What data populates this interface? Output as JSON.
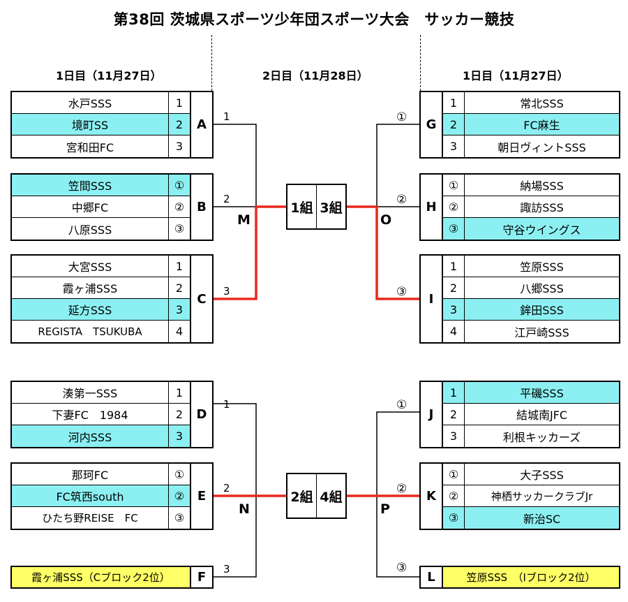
{
  "title": "第38回 茨城県スポーツ少年団スポーツ大会　サッカー競技",
  "day1_left": "1日目（11月27日）",
  "day2": "2日目（11月28日）",
  "day1_right": "1日目（11月27日）",
  "groups": {
    "A": {
      "letter": "A",
      "teams": [
        {
          "name": "水戸SSS",
          "rank": "1"
        },
        {
          "name": "境町SS",
          "rank": "2"
        },
        {
          "name": "宮和田FC",
          "rank": "3"
        }
      ]
    },
    "B": {
      "letter": "B",
      "teams": [
        {
          "name": "笠間SSS",
          "rank": "①"
        },
        {
          "name": "中郷FC",
          "rank": "②"
        },
        {
          "name": "八原SSS",
          "rank": "③"
        }
      ]
    },
    "C": {
      "letter": "C",
      "teams": [
        {
          "name": "大宮SSS",
          "rank": "1"
        },
        {
          "name": "霞ヶ浦SSS",
          "rank": "2"
        },
        {
          "name": "延方SSS",
          "rank": "3"
        },
        {
          "name": "REGISTA　TSUKUBA",
          "rank": "4"
        }
      ]
    },
    "D": {
      "letter": "D",
      "teams": [
        {
          "name": "湊第一SSS",
          "rank": "1"
        },
        {
          "name": "下妻FC　1984",
          "rank": "2"
        },
        {
          "name": "河内SSS",
          "rank": "3"
        }
      ]
    },
    "E": {
      "letter": "E",
      "teams": [
        {
          "name": "那珂FC",
          "rank": "①"
        },
        {
          "name": "FC筑西south",
          "rank": "②"
        },
        {
          "name": "ひたち野REISE　FC",
          "rank": "③"
        }
      ]
    },
    "F": {
      "letter": "F",
      "teams": [
        {
          "name": "霞ヶ浦SSS（Cブロック2位）",
          "rank": ""
        }
      ]
    },
    "G": {
      "letter": "G",
      "teams": [
        {
          "name": "常北SSS",
          "rank": "1"
        },
        {
          "name": "FC麻生",
          "rank": "2"
        },
        {
          "name": "朝日ヴィントSSS",
          "rank": "3"
        }
      ]
    },
    "H": {
      "letter": "H",
      "teams": [
        {
          "name": "納場SSS",
          "rank": "①"
        },
        {
          "name": "諏訪SSS",
          "rank": "②"
        },
        {
          "name": "守谷ウイングス",
          "rank": "③"
        }
      ]
    },
    "I": {
      "letter": "I",
      "teams": [
        {
          "name": "笠原SSS",
          "rank": "1"
        },
        {
          "name": "八郷SSS",
          "rank": "2"
        },
        {
          "name": "鉾田SSS",
          "rank": "3"
        },
        {
          "name": "江戸崎SSS",
          "rank": "4"
        }
      ]
    },
    "J": {
      "letter": "J",
      "teams": [
        {
          "name": "平磯SSS",
          "rank": "1"
        },
        {
          "name": "結城南JFC",
          "rank": "2"
        },
        {
          "name": "利根キッカーズ",
          "rank": "3"
        }
      ]
    },
    "K": {
      "letter": "K",
      "teams": [
        {
          "name": "大子SSS",
          "rank": "①"
        },
        {
          "name": "神栖サッカークラブJr",
          "rank": "②"
        },
        {
          "name": "新治SC",
          "rank": "③"
        }
      ]
    },
    "L": {
      "letter": "L",
      "teams": [
        {
          "name": "笠原SSS　（Iブロック2位）",
          "rank": ""
        }
      ]
    }
  },
  "bracket_labels": {
    "a": "1",
    "b": "2",
    "c": "3",
    "d": "1",
    "e": "2",
    "f": "3",
    "g": "①",
    "h": "②",
    "i": "③",
    "j": "①",
    "k": "②",
    "l": "③"
  },
  "match_labels": {
    "m": "M",
    "o": "O",
    "n": "N",
    "p": "P"
  },
  "center_top": {
    "left": "1組",
    "right": "3組"
  },
  "center_bottom": {
    "left": "2組",
    "right": "4組"
  },
  "colors": {
    "highlight": "#8cf0f2",
    "wildcard": "#ffff66",
    "winner_line": "#e8281e",
    "line": "#000000"
  }
}
